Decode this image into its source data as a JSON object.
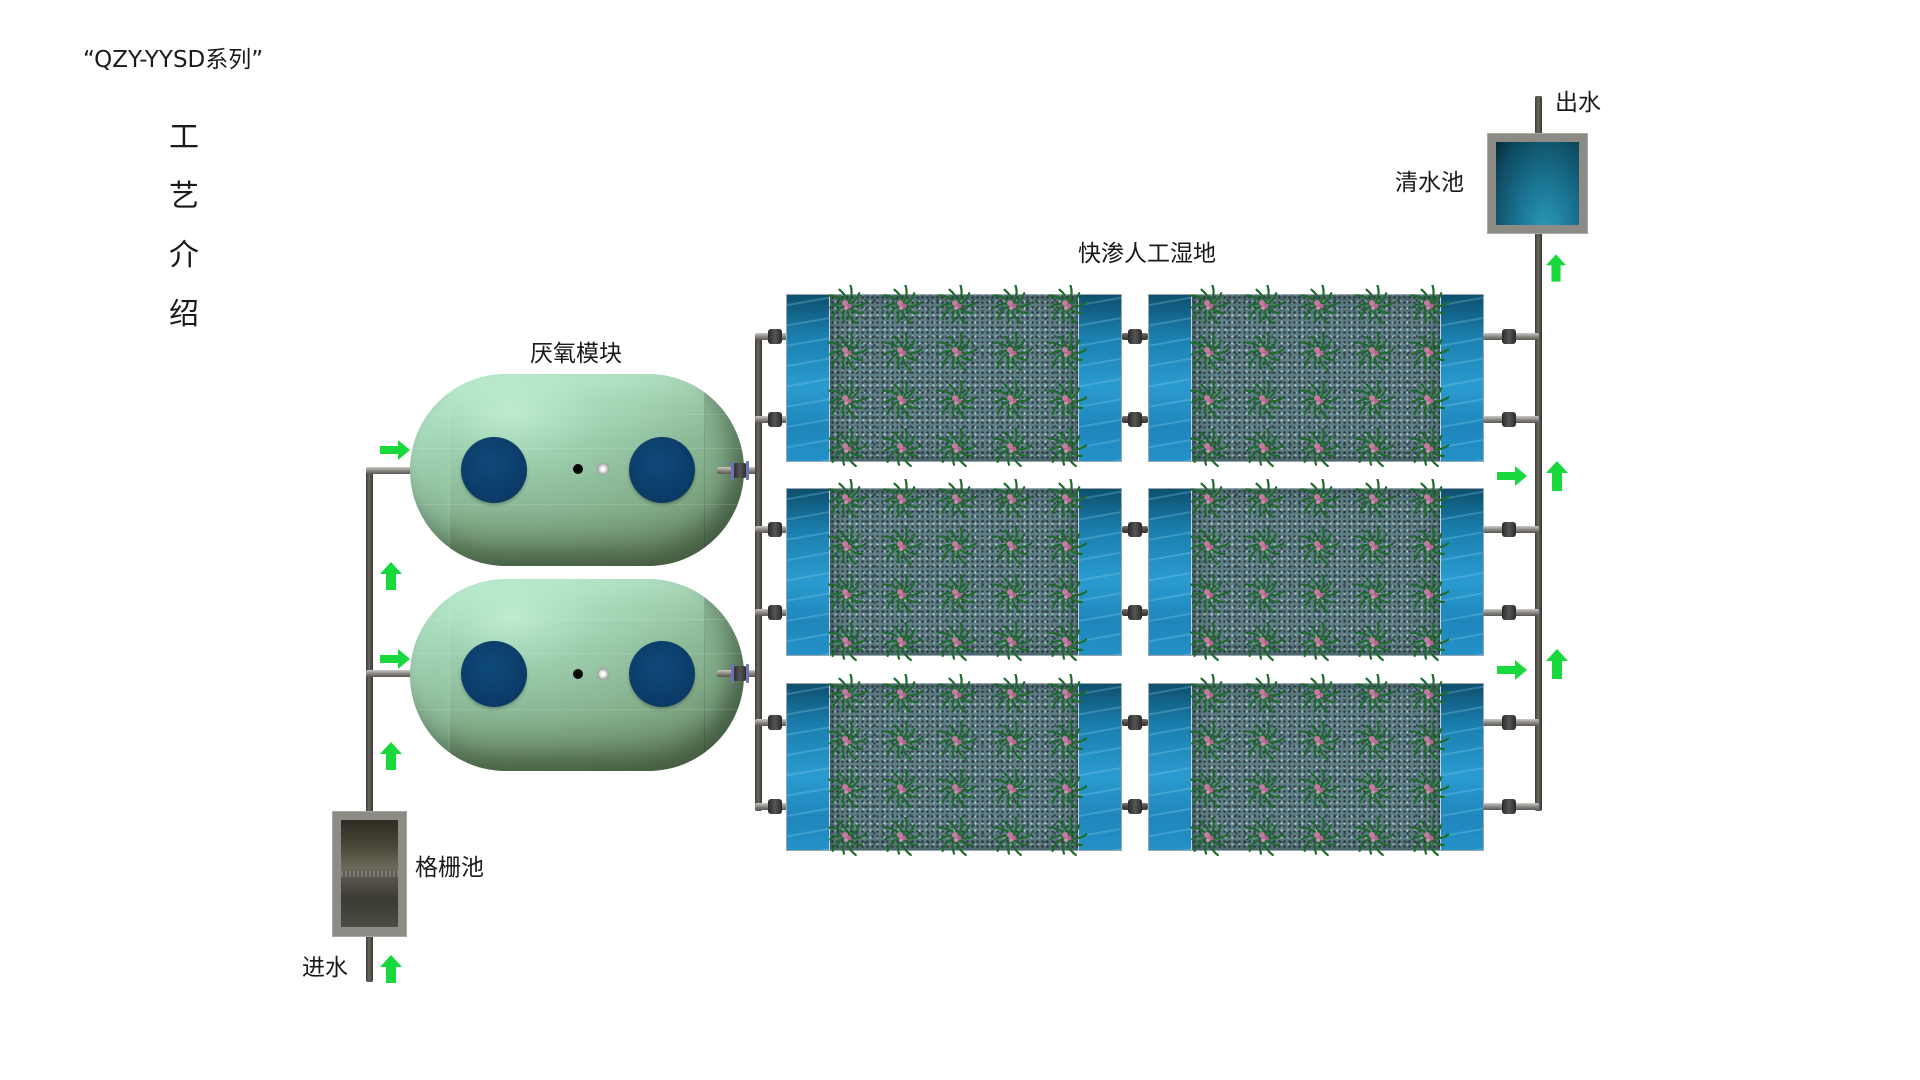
{
  "header": {
    "series_title": "“QZY-YYSD系列”",
    "vertical_title": [
      "工",
      "艺",
      "介",
      "绍"
    ]
  },
  "labels": {
    "inlet": "进水",
    "grille_tank": "格栅池",
    "anaerobic_module": "厌氧模块",
    "wetland": "快渗人工湿地",
    "clear_water_tank": "清水池",
    "outlet": "出水"
  },
  "components": {
    "anaerobic_tanks": 2,
    "wetland_cells": {
      "rows": 3,
      "columns": 2,
      "plants_per_cell": {
        "rows": 4,
        "columns": 5
      }
    }
  },
  "flow": [
    "进水",
    "格栅池",
    "厌氧模块",
    "快渗人工湿地",
    "清水池",
    "出水"
  ],
  "colors": {
    "arrow": "#18d93c",
    "pipe": "#5a5652",
    "tank": "#8fc4a0",
    "manhole": "#0b3a66",
    "water": "#1f86bb",
    "gravel": "#5f7f86",
    "frame": "#8c8b86"
  }
}
